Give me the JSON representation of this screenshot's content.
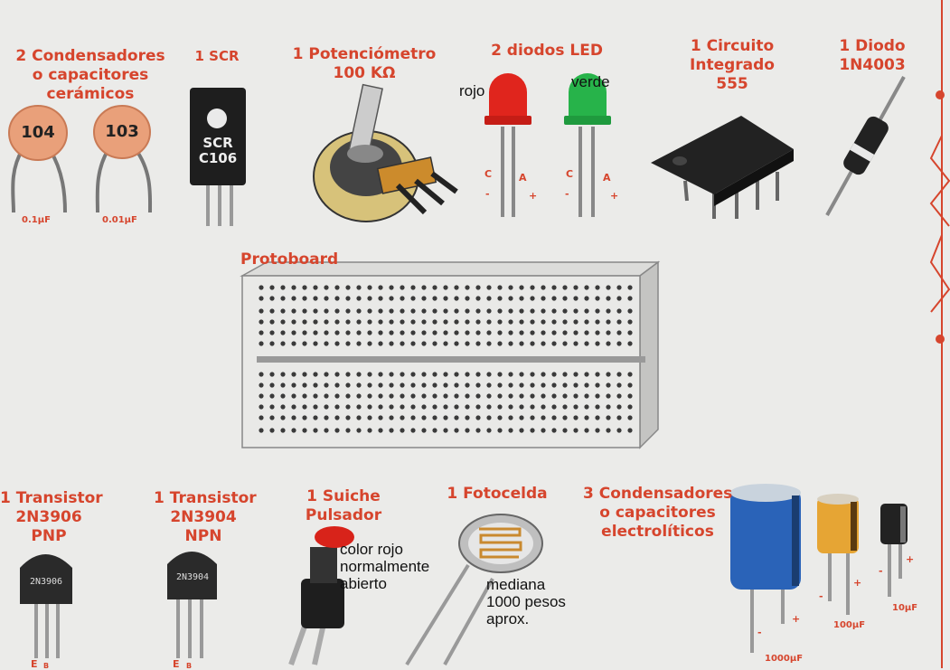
{
  "labels": {
    "ceramic": [
      "2 Condensadores",
      "o capacitores",
      "cerámicos"
    ],
    "scr": "1 SCR",
    "pot": [
      "1 Potenciómetro",
      "100 KΩ"
    ],
    "led": "2 diodos LED",
    "ic": [
      "1 Circuito",
      "Integrado",
      "555"
    ],
    "diode": [
      "1 Diodo",
      "1N4003"
    ],
    "protoboard": "Protoboard",
    "pnp": [
      "1 Transistor",
      "2N3906",
      "PNP"
    ],
    "npn": [
      "1 Transistor",
      "2N3904",
      "NPN"
    ],
    "switch": [
      "1 Suiche",
      "Pulsador"
    ],
    "photocell": "1 Fotocelda",
    "electrolytic": [
      "3 Condensadores",
      "o capacitores",
      "electrolíticos"
    ]
  },
  "values": {
    "cap1_code": "104",
    "cap2_code": "103",
    "cap1_value": "0.1µF",
    "cap2_value": "0.01µF",
    "scr_marking": [
      "SCR",
      "C106"
    ],
    "pnp_marking": "2N3906",
    "npn_marking": "2N3904",
    "elec_small": "10µF",
    "elec_mid": "100µF",
    "elec_big": "1000µF"
  },
  "pins": {
    "cathode": "C",
    "anode": "A",
    "minus": "-",
    "plus": "+",
    "emitter": "E",
    "base": "B"
  },
  "notes": {
    "led_red": "rojo",
    "led_green": "verde",
    "switch_note": [
      "color rojo",
      "normalmente",
      "abierto"
    ],
    "photocell_note": [
      "mediana",
      "1000 pesos",
      "aprox."
    ]
  },
  "colors": {
    "label": "#d6452d",
    "ceramic": "#e9a07a",
    "led_red": "#e0251d",
    "led_green": "#27b34a",
    "elec_blue": "#2a63b8",
    "elec_orange": "#e6a534"
  }
}
